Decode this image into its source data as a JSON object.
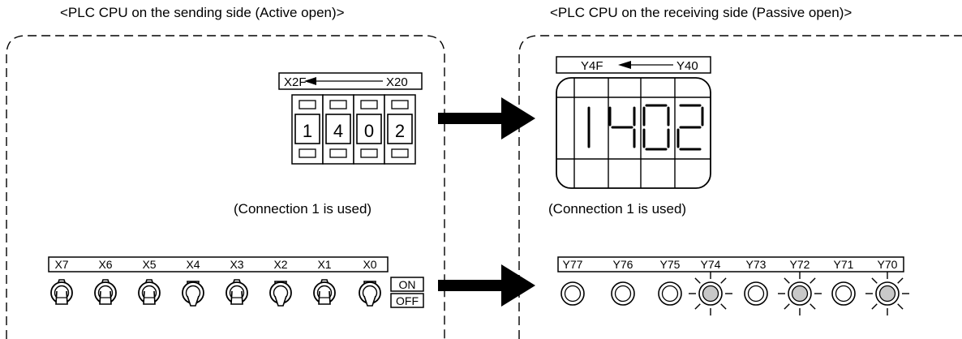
{
  "sending": {
    "header": "<PLC CPU on the sending side (Active open)>",
    "connection_note": "(Connection 1 is used)",
    "digit_switch": {
      "range_high": "X2F",
      "range_low": "X20",
      "digits": [
        "1",
        "4",
        "0",
        "2"
      ]
    },
    "switch_bar": {
      "labels": [
        "X7",
        "X6",
        "X5",
        "X4",
        "X3",
        "X2",
        "X1",
        "X0"
      ],
      "states": [
        "off",
        "off",
        "off",
        "on",
        "off",
        "on",
        "off",
        "on"
      ],
      "on_label": "ON",
      "off_label": "OFF"
    }
  },
  "receiving": {
    "header": "<PLC CPU on the receiving side (Passive open)>",
    "connection_note": "(Connection 1 is used)",
    "display": {
      "range_high": "Y4F",
      "range_low": "Y40",
      "value": "1402"
    },
    "lamp_bar": {
      "labels": [
        "Y77",
        "Y76",
        "Y75",
        "Y74",
        "Y73",
        "Y72",
        "Y71",
        "Y70"
      ],
      "lit": [
        false,
        false,
        false,
        true,
        false,
        true,
        false,
        true
      ]
    }
  },
  "colors": {
    "line": "#000000",
    "lamp_on": "#c8c8c8",
    "lamp_off": "#ffffff"
  }
}
